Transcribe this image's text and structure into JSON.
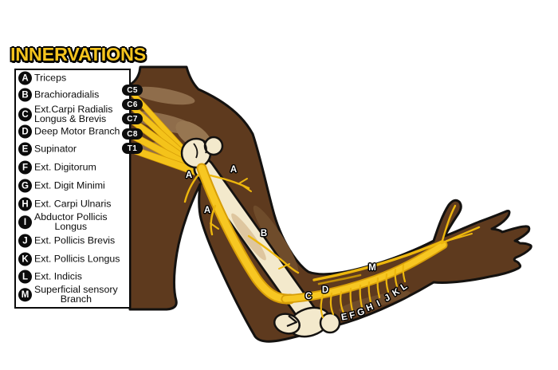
{
  "title": "INNERVATIONS",
  "colors": {
    "skin": "#5E3A1E",
    "outline": "#141210",
    "nerve_bright": "#F7C722",
    "nerve_dark": "#D79E08",
    "bone": "#F3E9CC",
    "bone_shade": "#D9C096",
    "muscle_light": "#8F6D4B",
    "title_yellow": "#F5C41E"
  },
  "legend": {
    "items": [
      {
        "letter": "A",
        "line1": "Triceps"
      },
      {
        "letter": "B",
        "line1": "Brachioradialis"
      },
      {
        "letter": "C",
        "line1": "Ext.Carpi Radialis",
        "line2": "Longus & Brevis"
      },
      {
        "letter": "D",
        "line1": "Deep Motor Branch"
      },
      {
        "letter": "E",
        "line1": "Supinator"
      },
      {
        "letter": "F",
        "line1": "Ext. Digitorum"
      },
      {
        "letter": "G",
        "line1": "Ext. Digit Minimi"
      },
      {
        "letter": "H",
        "line1": "Ext. Carpi Ulnaris"
      },
      {
        "letter": "I",
        "line1": "Abductor Pollicis",
        "line2": "Longus"
      },
      {
        "letter": "J",
        "line1": "Ext. Pollicis Brevis"
      },
      {
        "letter": "K",
        "line1": "Ext. Pollicis Longus"
      },
      {
        "letter": "L",
        "line1": "Ext. Indicis"
      },
      {
        "letter": "M",
        "line1": "Superficial sensory",
        "line2": "Branch"
      }
    ]
  },
  "spine_labels": [
    "C5",
    "C6",
    "C7",
    "C8",
    "T1"
  ],
  "arm_labels": [
    "A",
    "A",
    "A",
    "B",
    "C",
    "D",
    "E",
    "F",
    "G",
    "H",
    "I",
    "J",
    "K",
    "L",
    "M"
  ]
}
